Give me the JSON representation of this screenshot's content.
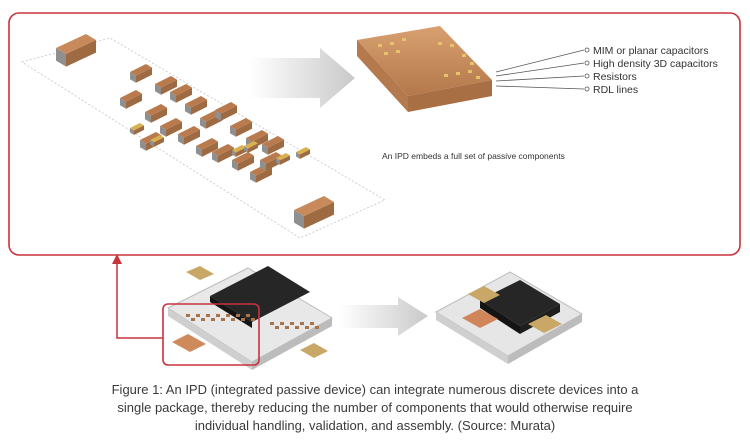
{
  "colors": {
    "frame_red": "#c8323c",
    "chip_body": "#c88a5a",
    "chip_cap": "#8f8f8f",
    "substrate": "#cf8a5c",
    "die": "#2a2a2a",
    "board": "#e6e6e6",
    "pad_gold": "#c9a767"
  },
  "ipd_labels": [
    "MIM or planar capacitors",
    "High density 3D capacitors",
    "Resistors",
    "RDL lines"
  ],
  "ipd_note": "An IPD embeds a full set of passive components",
  "caption_lines": [
    "Figure 1: An IPD (integrated passive device) can integrate numerous discrete devices into a",
    "single package, thereby reducing the number of components that would otherwise require",
    "individual handling, validation, and assembly. (Source: Murata)"
  ]
}
